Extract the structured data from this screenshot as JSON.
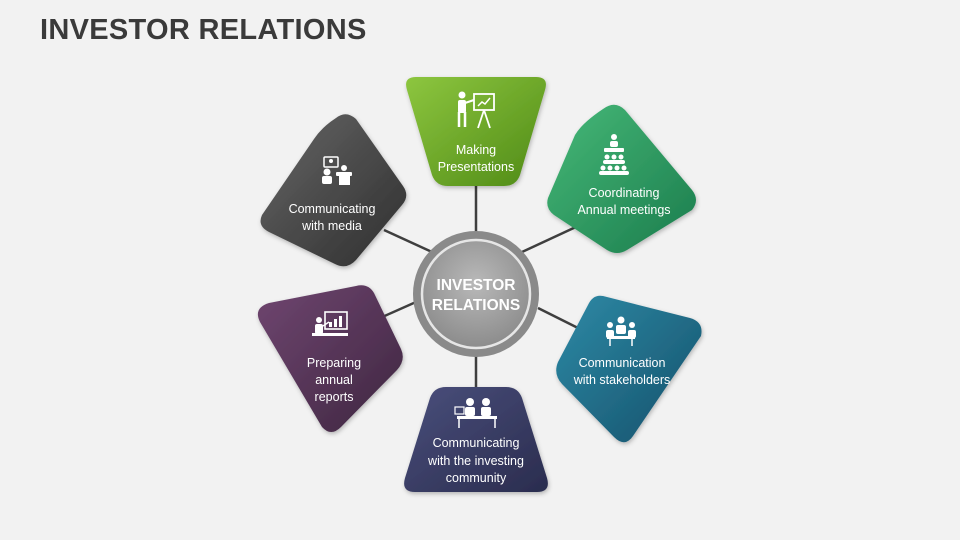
{
  "title": "INVESTOR RELATIONS",
  "hub": {
    "lines": [
      "INVESTOR",
      "RELATIONS"
    ]
  },
  "nodes": [
    {
      "id": "making-presentations",
      "lines": [
        "Making",
        "Presentations"
      ],
      "icon": "presenter-board-icon",
      "colors": [
        "#8dc63f",
        "#4f8a16"
      ]
    },
    {
      "id": "coordinating-annual-meetings",
      "lines": [
        "Coordinating",
        "Annual meetings"
      ],
      "icon": "meeting-audience-icon",
      "colors": [
        "#46b978",
        "#1b7c4d"
      ]
    },
    {
      "id": "communication-with-stakeholders",
      "lines": [
        "Communication",
        "with stakeholders"
      ],
      "icon": "table-meeting-icon",
      "colors": [
        "#2e8aa6",
        "#15506a"
      ]
    },
    {
      "id": "communicating-with-investing-community",
      "lines": [
        "Communicating",
        "with the investing",
        "community"
      ],
      "icon": "desk-discussion-icon",
      "colors": [
        "#4a4f7c",
        "#2a2c4e"
      ]
    },
    {
      "id": "preparing-annual-reports",
      "lines": [
        "Preparing",
        "annual",
        "reports"
      ],
      "icon": "report-chart-icon",
      "colors": [
        "#6f4670",
        "#3e2540"
      ]
    },
    {
      "id": "communicating-with-media",
      "lines": [
        "Communicating",
        "with media"
      ],
      "icon": "media-interview-icon",
      "colors": [
        "#666666",
        "#2e2e2e"
      ]
    }
  ]
}
